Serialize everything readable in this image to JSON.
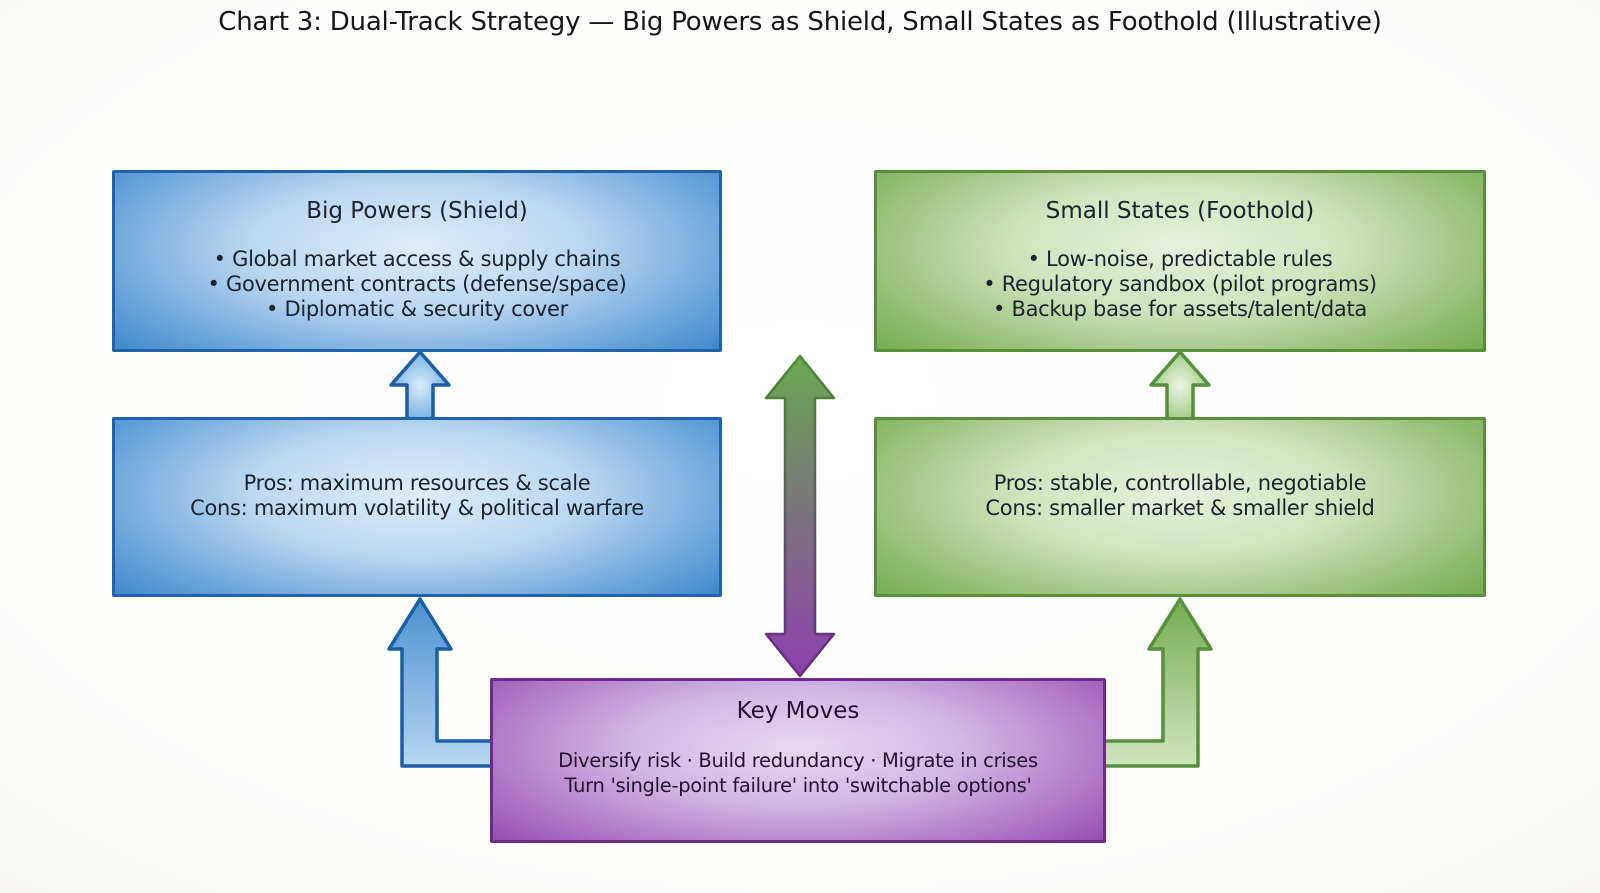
{
  "title": "Chart 3: Dual-Track Strategy — Big Powers as Shield, Small States as Foothold (Illustrative)",
  "diagram": {
    "big_powers": {
      "heading": "Big Powers (Shield)",
      "bullets": [
        "• Global market access & supply chains",
        "• Government contracts (defense/space)",
        "• Diplomatic & security cover"
      ]
    },
    "small_states": {
      "heading": "Small States (Foothold)",
      "bullets": [
        "• Low-noise, predictable rules",
        "• Regulatory sandbox (pilot programs)",
        "• Backup base for assets/talent/data"
      ]
    },
    "big_powers_tradeoffs": {
      "line1": "Pros: maximum resources & scale",
      "line2": "Cons: maximum volatility & political warfare"
    },
    "small_states_tradeoffs": {
      "line1": "Pros: stable, controllable, negotiable",
      "line2": "Cons: smaller market & smaller shield"
    },
    "key_moves": {
      "heading": "Key Moves",
      "line1": "Diversify risk · Build redundancy · Migrate in crises",
      "line2": "Turn 'single-point failure' into 'switchable options'"
    },
    "arrows": {
      "blue_up_arrow": "connects Pros/Cons (blue) up to Big Powers box",
      "green_up_arrow": "connects Pros/Cons (green) up to Small States box",
      "double_exchange_arrow": "two-headed arrow between Key Moves and the gap between tracks",
      "blue_elbow_arrow": "from Key Moves left side up to blue Pros/Cons box",
      "green_elbow_arrow": "from Key Moves right side up to green Pros/Cons box"
    }
  },
  "colors": {
    "background": "#fdfdfc",
    "blue_edge": "#2e7fc4",
    "blue_border": "#2063ab",
    "blue_light_center": "#ddedfa",
    "green_edge": "#6ba84d",
    "green_border": "#588f39",
    "green_light_center": "#e7f1dc",
    "purple_edge": "#8d42ab",
    "purple_border": "#6b2a8c",
    "purple_light_center": "#e7d8f2",
    "text": "#1b232e"
  }
}
